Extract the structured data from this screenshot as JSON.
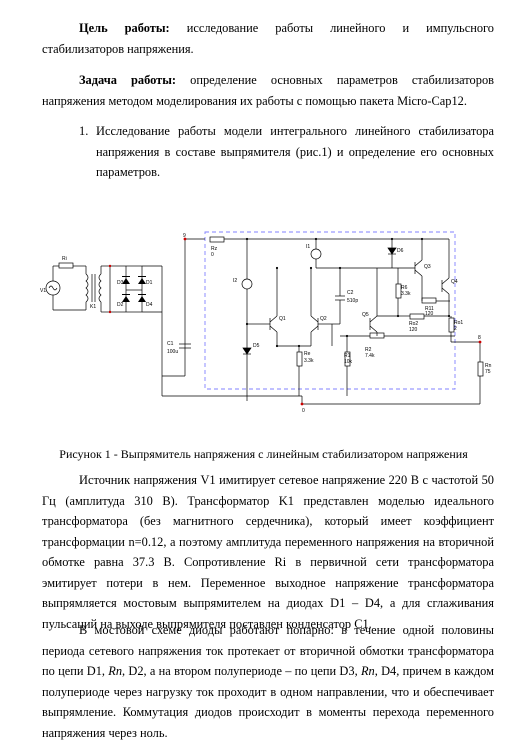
{
  "goal": {
    "label": "Цель работы:",
    "text": " исследование работы линейного и импульсного стабилизаторов напряжения."
  },
  "task": {
    "label": "Задача работы:",
    "text": " определение основных параметров стабилизаторов напряжения методом моделирования их работы с помощью пакета Micro-Cap12."
  },
  "list_item": {
    "number": "1.",
    "text": "Исследование работы модели интегрального линейного стабилизатора напряжения в составе выпрямителя (рис.1) и определение его основных параметров."
  },
  "schematic": {
    "labels": {
      "Ri": "Ri",
      "V1": "V1",
      "K1": "K1",
      "D1": "D1",
      "D2": "D2",
      "D3": "D3",
      "D4": "D4",
      "C1": "C1",
      "C1v": "100u",
      "Rz": "Rz",
      "Rzv": "0",
      "I1": "I1",
      "I2": "I2",
      "Q1": "Q1",
      "Q2": "Q2",
      "Q3": "Q3",
      "Q4": "Q4",
      "Q5": "Q5",
      "D5": "D5",
      "D6": "D6",
      "C2": "C2",
      "C2v": "510p",
      "Re": "Re",
      "Rev": "3.3k",
      "R1": "R1",
      "R1v": "10k",
      "R2": "R2",
      "R2v": "7.4k",
      "R6": "R6",
      "R6v": "3.3k",
      "R11": "R11",
      "R11v": "120",
      "Ro2": "Ro2",
      "Ro2v": "120",
      "Ro1": "Ro1",
      "Ro1v": "2",
      "Rn": "Rn",
      "Rnv": "75",
      "n9": "9",
      "n8": "8",
      "n0": "0"
    }
  },
  "caption": "Рисунок 1 - Выпрямитель напряжения с линейным стабилизатором напряжения",
  "para1": {
    "t1": "Источник напряжения V1 имитирует сетевое напряжение 220 В с частотой 50 Гц (амплитуда 310 В). Трансформатор K1 представлен моделью идеального трансформатора (без магнитного сердечника), который имеет коэффициент трансформации n=0.12, а поэтому амплитуда переменного напряжения на вторичной обмотке равна 37.3 В. Сопротивление Ri в первичной сети трансформатора эмитирует потери в нем. Переменное выходное напряжение трансформатора выпрямляется мостовым выпрямителем на диодах D1 – D4, а для сглаживания пульсаций на выходе выпрямителя поставлен конденсатор C1."
  },
  "para2": {
    "t1": "В мостовой схеме диоды работают попарно: в течение одной половины периода сетевого напряжения ток протекает от вторичной обмотки трансформатора по цепи D1, ",
    "rn1": "Rn",
    "t2": ", D2, а на втором полупериоде – по цепи D3, ",
    "rn2": "Rn",
    "t3": ", D4, причем в каждом полупериоде через нагрузку ток проходит в одном направлении, что и обеспечивает выпрямление. Коммутация диодов происходит в моменты перехода переменного напряжения через ноль."
  }
}
